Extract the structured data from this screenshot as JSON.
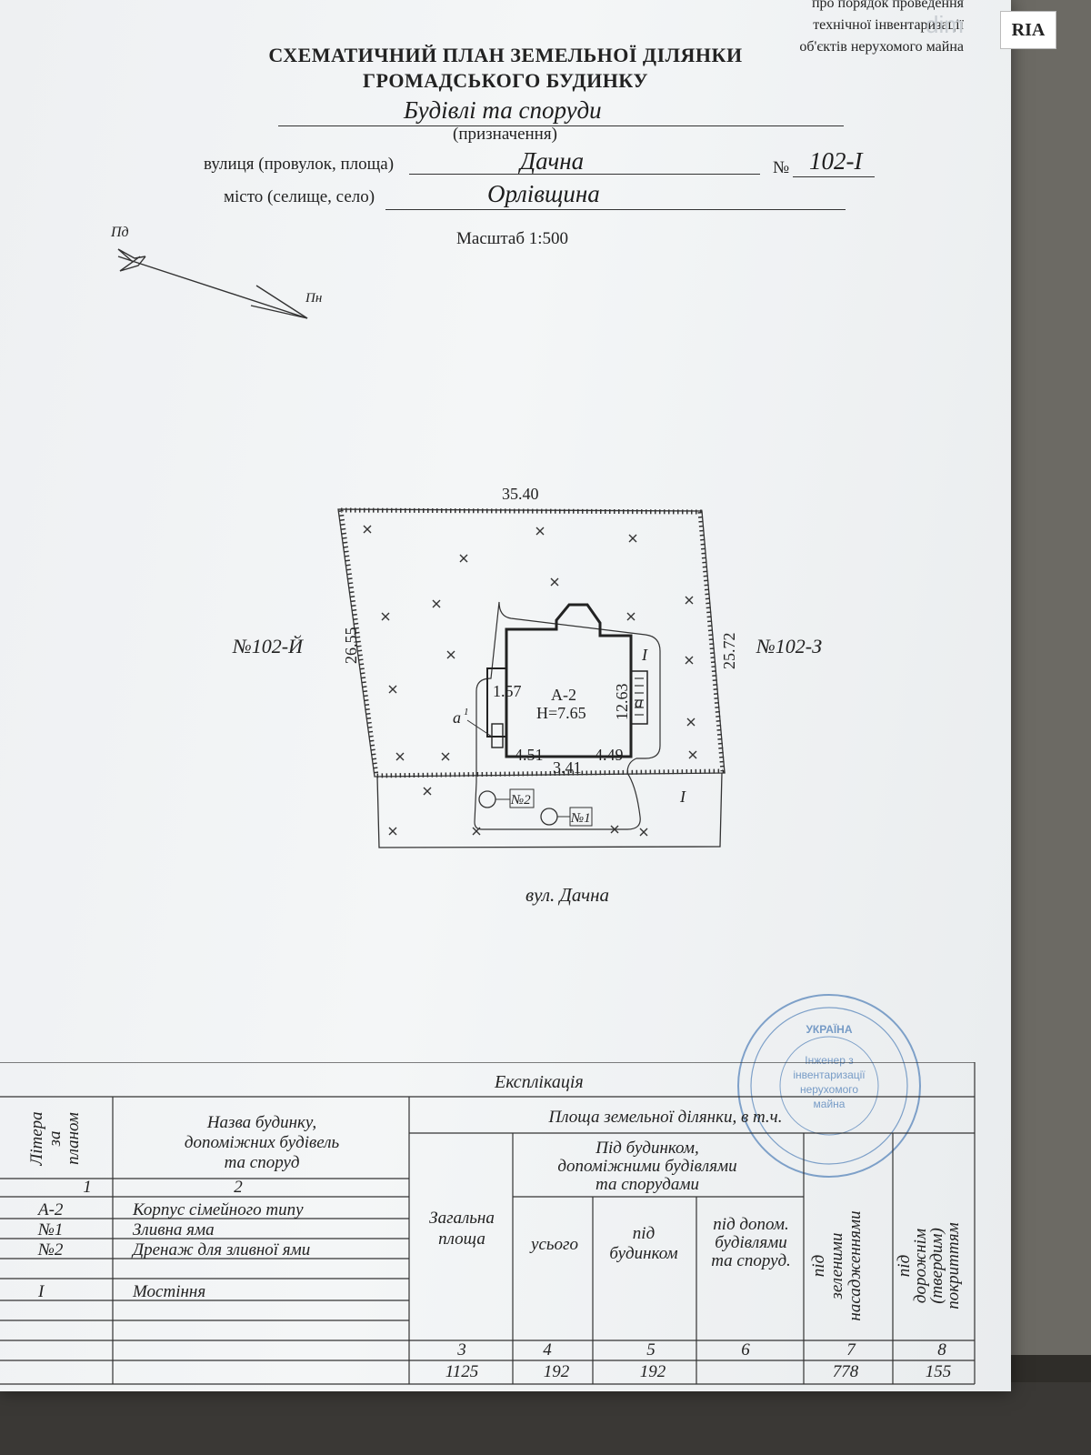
{
  "header_note": [
    "про порядок проведення",
    "технічної інвентаризації",
    "об'єктів нерухомого майна"
  ],
  "watermark": {
    "site": "dim",
    "logo": "RIA"
  },
  "title": [
    "СХЕМАТИЧНИЙ ПЛАН ЗЕМЕЛЬНОЇ ДІЛЯНКИ",
    "ГРОМАДСЬКОГО БУДИНКУ"
  ],
  "purpose": {
    "value": "Будівлі та споруди",
    "caption": "(призначення)"
  },
  "street": {
    "label": "вулиця (провулок, площа)",
    "value": "Дачна",
    "no_label": "№",
    "no_value": "102-I"
  },
  "city": {
    "label": "місто (селище, село)",
    "value": "Орлівщина"
  },
  "scale": "Масштаб 1:500",
  "compass": {
    "south_west": "Пд",
    "north": "Пн"
  },
  "plan": {
    "top_length": "35.40",
    "left_length": "26.55",
    "right_length": "25.72",
    "neighbor_left": "№102-Й",
    "neighbor_right": "№102-З",
    "building_code": "А-2",
    "building_height": "Н=7.65",
    "dim_side": "1.57",
    "dim_right": "12.63",
    "dim_bottom_left": "4.51",
    "dim_bottom_mid": "3.41",
    "dim_bottom_right": "4.49",
    "porch_a": "а",
    "porch_a1": "а",
    "porch_a1_sup": "1",
    "paving_mark": "I",
    "pit_1": "№1",
    "pit_2": "№2",
    "street_caption": "вул. Дачна"
  },
  "explication": {
    "title": "Експлікація",
    "col_letter": [
      "Літера",
      "за",
      "планом"
    ],
    "col_name": [
      "Назва будинку,",
      "допоміжних будівель",
      "та споруд"
    ],
    "area_header": "Площа земельної ділянки, в т.ч.",
    "col_total": [
      "Загальна",
      "площа"
    ],
    "under_header": [
      "Під будинком,",
      "допоміжними будівлями",
      "та спорудами"
    ],
    "col_all": "усього",
    "col_house": [
      "під",
      "будинком"
    ],
    "col_aux": [
      "під допом.",
      "будівлями",
      "та споруд."
    ],
    "col_green": [
      "під",
      "зеленими",
      "насадженнями"
    ],
    "col_road": [
      "під",
      "дорожнім",
      "(твердим)",
      "покриттям"
    ],
    "col_numbers": [
      "1",
      "2",
      "3",
      "4",
      "5",
      "6",
      "7",
      "8"
    ],
    "rows": [
      {
        "letter": "А-2",
        "name": "Корпус сімейного типу"
      },
      {
        "letter": "№1",
        "name": "Зливна яма"
      },
      {
        "letter": "№2",
        "name": "Дренаж для зливної ями"
      },
      {
        "letter": "",
        "name": ""
      },
      {
        "letter": "I",
        "name": "Мостіння"
      }
    ],
    "totals": {
      "total": "1125",
      "all": "192",
      "house": "192",
      "aux": "",
      "green": "778",
      "road": "155"
    }
  },
  "stamp": [
    "УКРАЇНА",
    "Інженер з",
    "інвентаризації",
    "нерухомого",
    "майна"
  ],
  "colors": {
    "paper": "#f2f4f5",
    "ink": "#222222",
    "stamp": "#4f7fb8",
    "backdrop": "#2f2d29"
  }
}
